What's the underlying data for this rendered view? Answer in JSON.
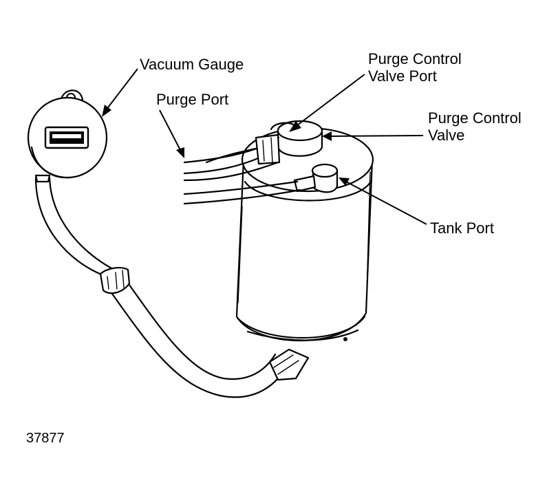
{
  "labels": {
    "vacuum_gauge": "Vacuum Gauge",
    "purge_port": "Purge Port",
    "purge_control_valve_port_line1": "Purge Control",
    "purge_control_valve_port_line2": "Valve Port",
    "purge_control_valve_line1": "Purge Control",
    "purge_control_valve_line2": "Valve",
    "tank_port": "Tank Port"
  },
  "figure_number": "37877"
}
